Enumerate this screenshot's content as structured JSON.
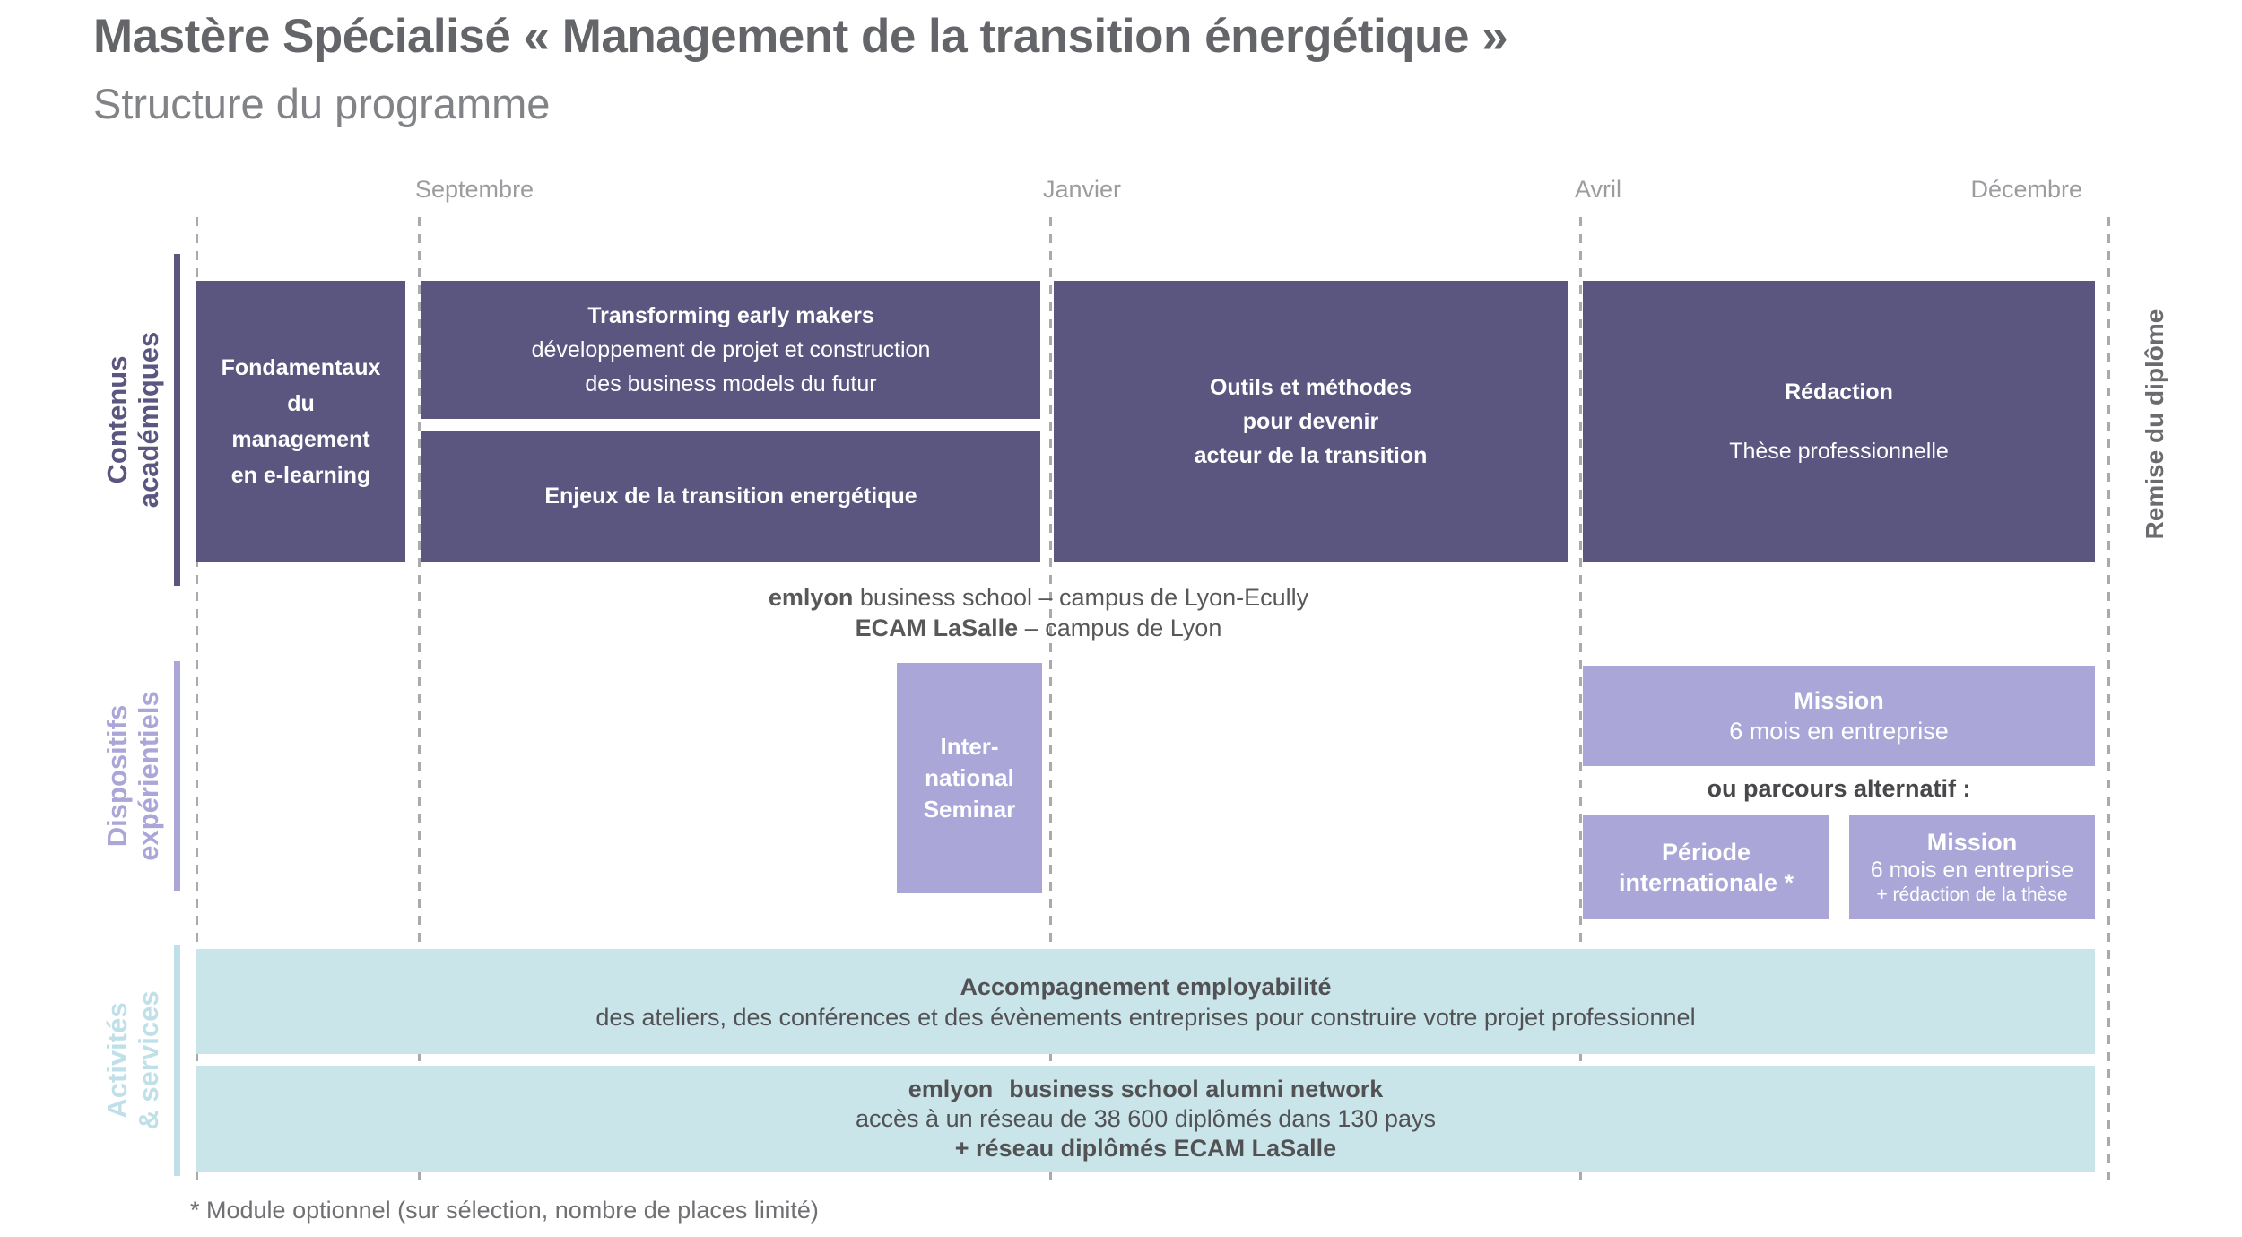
{
  "header": {
    "title": "Mastère Spécialisé « Management de la transition énergétique »",
    "subtitle": "Structure du programme"
  },
  "timeline": {
    "months": [
      "Septembre",
      "Janvier",
      "Avril",
      "Décembre"
    ]
  },
  "side_labels": {
    "academic": {
      "line1": "Contenus",
      "line2": "académiques"
    },
    "experiential": {
      "line1": "Dispositifs",
      "line2": "expérientiels"
    },
    "services": {
      "line1": "Activités",
      "line2": "& services"
    },
    "diploma": "Remise du diplôme"
  },
  "academic_row": {
    "fundamentals": {
      "line1": "Fondamentaux",
      "line2": "du",
      "line3": "management",
      "line4": "en e-learning"
    },
    "transforming": {
      "title": "Transforming early makers",
      "line2": "développement de projet et construction",
      "line3": "des business models du futur"
    },
    "enjeux": {
      "title": "Enjeux de la transition energétique"
    },
    "outils": {
      "line1": "Outils et méthodes",
      "line2": "pour devenir",
      "line3": "acteur de la transition"
    },
    "redaction": {
      "title": "Rédaction",
      "subtitle": "Thèse professionnelle"
    }
  },
  "campus_note": {
    "line1_bold": "emlyon",
    "line1_rest": " business school – campus de Lyon-Ecully",
    "line2_bold": "ECAM LaSalle",
    "line2_rest": " – campus de Lyon"
  },
  "experiential_row": {
    "seminar": {
      "line1": "Inter-",
      "line2": "national",
      "line3": "Seminar"
    },
    "mission_main": {
      "title": "Mission",
      "subtitle": "6 mois en entreprise"
    },
    "alternative_label": "ou parcours alternatif :",
    "periode": {
      "line1": "Période",
      "line2": "internationale *"
    },
    "mission_alt": {
      "title": "Mission",
      "line2": "6 mois en entreprise",
      "line3": "+ rédaction de la thèse"
    }
  },
  "services_row": {
    "employability": {
      "title": "Accompagnement employabilité",
      "subtitle": "des ateliers, des conférences et des évènements entreprises pour construire votre projet professionnel"
    },
    "alumni": {
      "title_bold1": "emlyon",
      "title_bold2": "business school alumni network",
      "line2": "accès à un réseau de 38 600 diplômés dans 130 pays",
      "line3": "+ réseau diplômés ECAM LaSalle"
    }
  },
  "footnote": "* Module optionnel (sur sélection, nombre de places limité)",
  "colors": {
    "dark_purple": "#5a5680",
    "light_purple": "#aaa6d8",
    "teal_bar": "#c9e5ea",
    "teal_label": "#bfe0e9",
    "gray_text": "#58585a"
  }
}
